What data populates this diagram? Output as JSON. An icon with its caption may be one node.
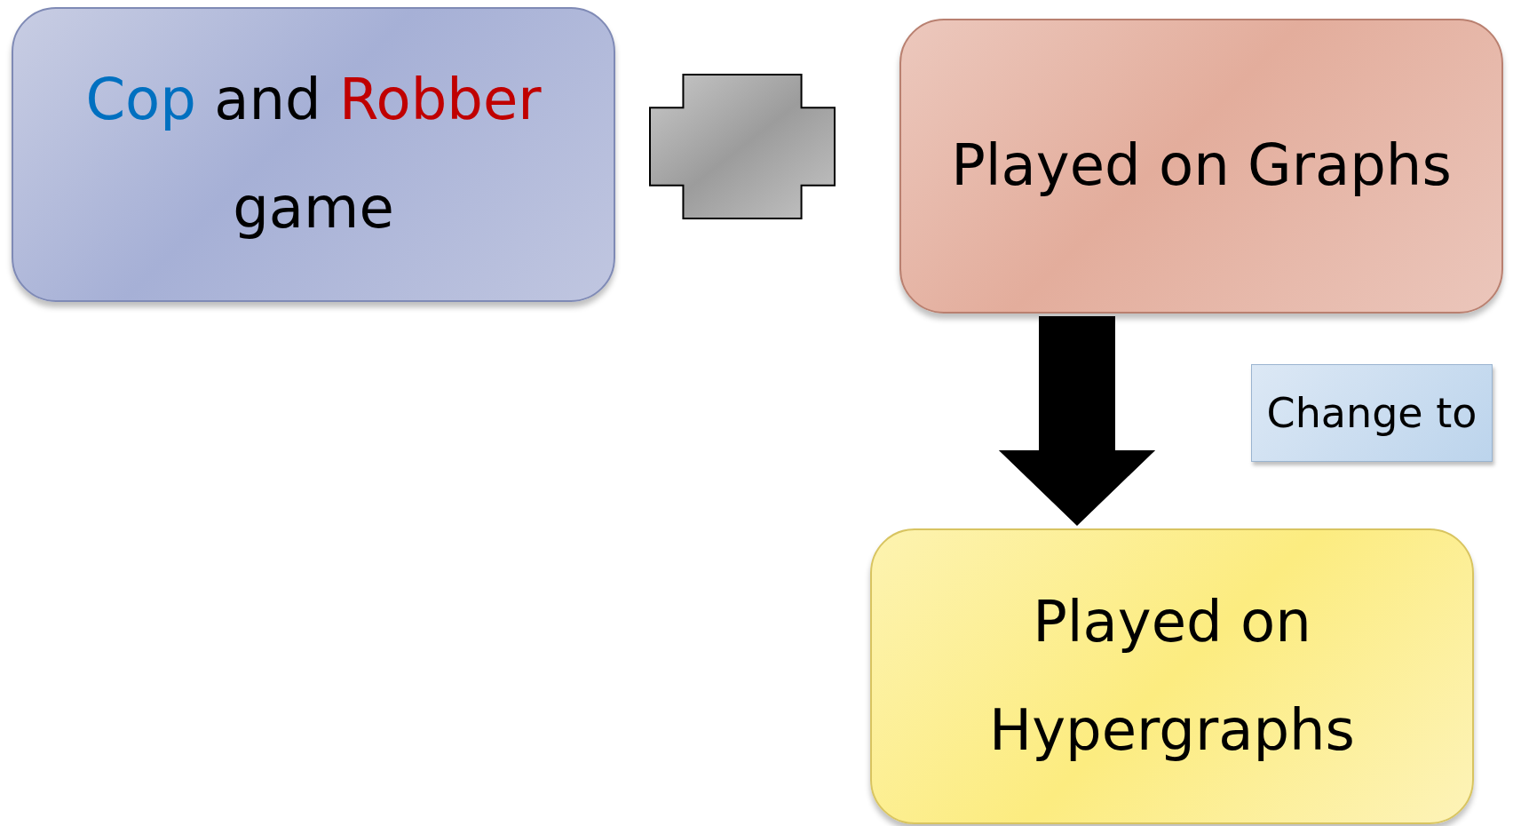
{
  "diagram": {
    "nodes": [
      {
        "text": [
          "Cop and Robber game"
        ]
      },
      {
        "text": [],
        "shape": "cross"
      },
      {
        "text": [
          "Played on Graphs"
        ]
      },
      {
        "text": [
          "Played on Hypergraphs"
        ]
      }
    ],
    "edges": [
      {
        "from": 2,
        "to": 3,
        "arrow": "to",
        "label": "Change to",
        "style": "thick"
      }
    ]
  }
}
